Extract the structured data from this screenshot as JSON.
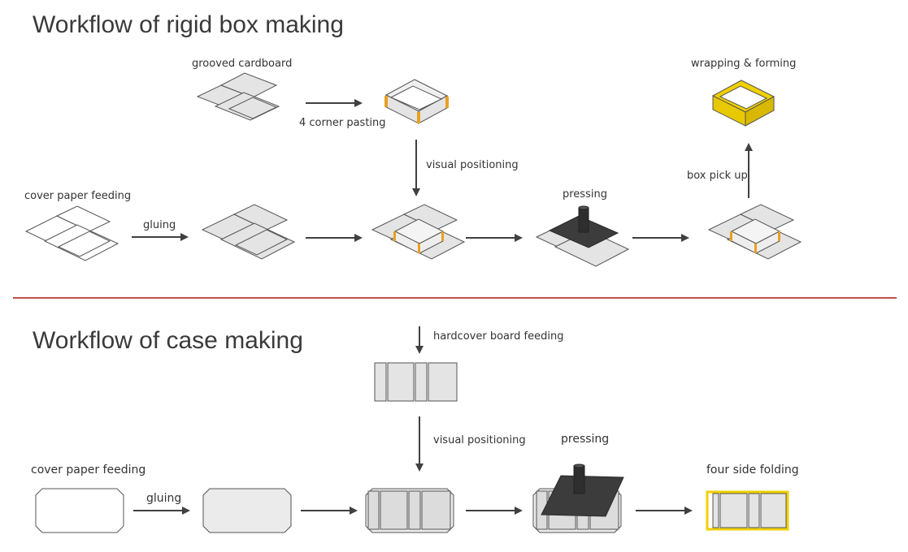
{
  "sections": {
    "rigid_box": {
      "title": "Workflow of rigid box making",
      "labels": {
        "grooved_cardboard": "grooved cardboard",
        "corner_pasting": "4 corner pasting",
        "visual_positioning": "visual positioning",
        "cover_paper_feeding": "cover paper feeding",
        "gluing": "gluing",
        "pressing": "pressing",
        "box_pick_up": "box pick up",
        "wrapping_forming": "wrapping & forming"
      }
    },
    "case": {
      "title": "Workflow of case making",
      "labels": {
        "hardcover_board_feeding": "hardcover board feeding",
        "visual_positioning": "visual positioning",
        "pressing": "pressing",
        "cover_paper_feeding": "cover paper feeding",
        "gluing": "gluing",
        "four_side_folding": "four side folding"
      }
    }
  },
  "colors": {
    "divider": "#c0504d",
    "arrow": "#404040",
    "sheet_fill": "#e4e4e4",
    "press_plate": "#3c3c3c",
    "accent_yellow": "#f0d000",
    "corner_tape": "#e8a020"
  }
}
